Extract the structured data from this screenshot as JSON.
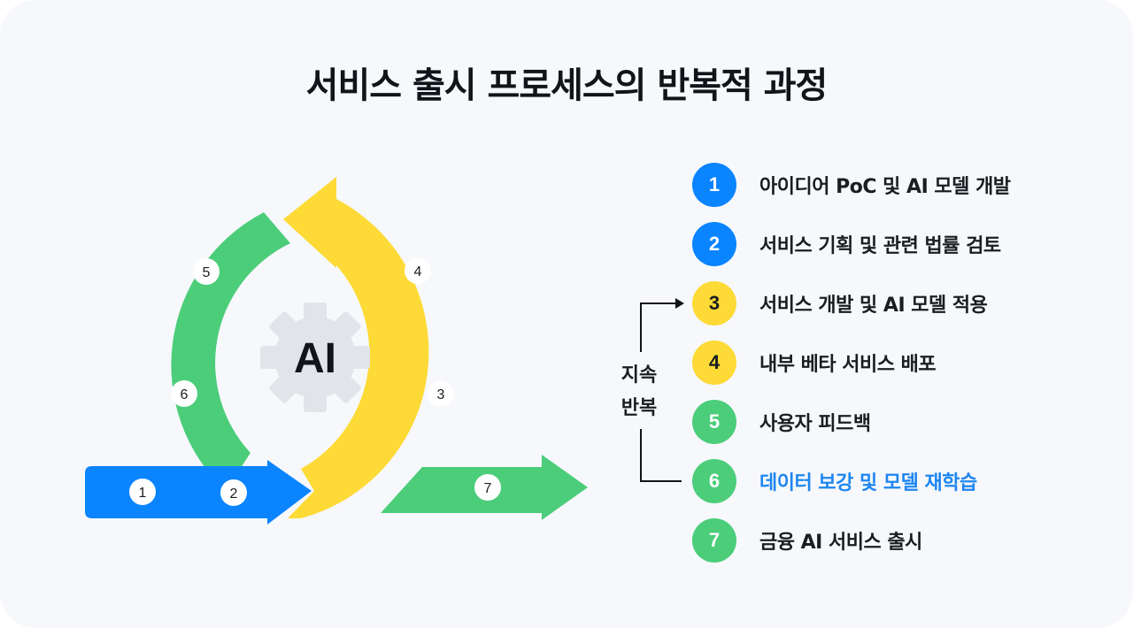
{
  "title": "서비스 출시 프로세스의 반복적 과정",
  "center_label": "AI",
  "loop_label_line1": "지속",
  "loop_label_line2": "반복",
  "colors": {
    "blue": "#0a84ff",
    "yellow": "#fdda36",
    "green": "#4ccd7a",
    "gear": "#e1e4e9",
    "highlight": "#1e86f0"
  },
  "steps": [
    {
      "num": "1",
      "label": "아이디어 PoC 및 AI 모델 개발",
      "color": "#0a84ff",
      "text_color": "#ffffff"
    },
    {
      "num": "2",
      "label": "서비스 기획 및 관련 법률 검토",
      "color": "#0a84ff",
      "text_color": "#ffffff"
    },
    {
      "num": "3",
      "label": "서비스 개발 및 AI 모델 적용",
      "color": "#fdda36",
      "text_color": "#1a1d21"
    },
    {
      "num": "4",
      "label": "내부 베타 서비스 배포",
      "color": "#fdda36",
      "text_color": "#1a1d21"
    },
    {
      "num": "5",
      "label": "사용자 피드백",
      "color": "#4ccd7a",
      "text_color": "#ffffff"
    },
    {
      "num": "6",
      "label": "데이터 보강 및 모델 재학습",
      "color": "#4ccd7a",
      "text_color": "#ffffff",
      "highlight": true
    },
    {
      "num": "7",
      "label": "금융 AI 서비스 출시",
      "color": "#4ccd7a",
      "text_color": "#ffffff"
    }
  ],
  "diagram_markers": [
    "1",
    "2",
    "3",
    "4",
    "5",
    "6",
    "7"
  ]
}
